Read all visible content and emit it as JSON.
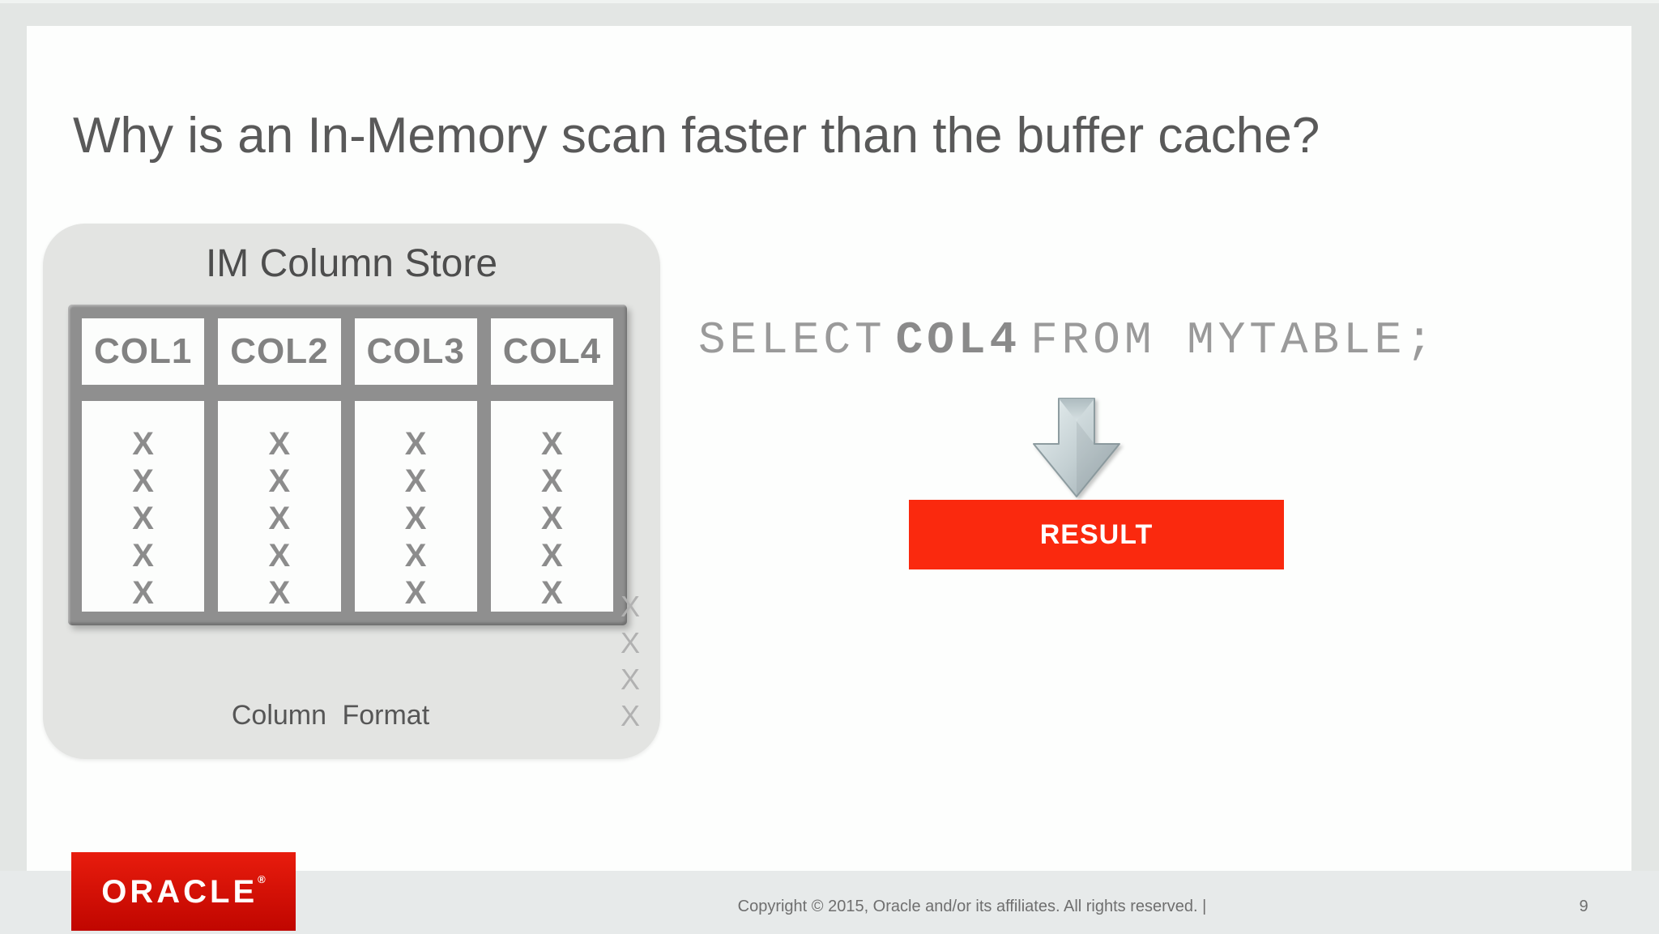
{
  "slide": {
    "title": "Why is an In-Memory scan faster than the buffer cache?",
    "footer_copyright": "Copyright © 2015, Oracle and/or its affiliates. All rights reserved.  |",
    "page_number": "9"
  },
  "column_store": {
    "title": "IM Column Store",
    "caption": "Column Format",
    "columns": [
      {
        "header": "COL1",
        "values": [
          "X",
          "X",
          "X",
          "X",
          "X"
        ]
      },
      {
        "header": "COL2",
        "values": [
          "X",
          "X",
          "X",
          "X",
          "X"
        ]
      },
      {
        "header": "COL3",
        "values": [
          "X",
          "X",
          "X",
          "X",
          "X"
        ]
      },
      {
        "header": "COL4",
        "values": [
          "X",
          "X",
          "X",
          "X",
          "X"
        ]
      }
    ],
    "overflow_values": [
      "X",
      "X",
      "X",
      "X"
    ]
  },
  "sql": {
    "select_keyword": "SELECT",
    "column": "COL4",
    "rest": "FROM MYTABLE;"
  },
  "result": {
    "label": "RESULT",
    "color": "#fa290e"
  },
  "logo": {
    "text": "ORACLE",
    "registered": "®",
    "color": "#d40f05"
  },
  "icons": {
    "arrow": "arrow-down-icon"
  }
}
